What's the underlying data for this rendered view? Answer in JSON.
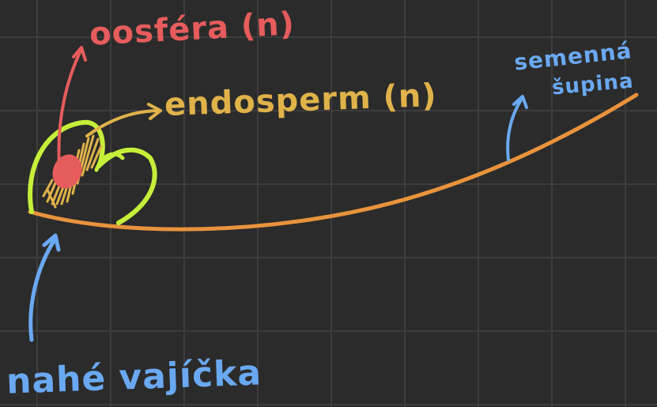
{
  "colors": {
    "background": "#2b2b2b",
    "grid": "#3d3d3d",
    "red": "#e65c5c",
    "yellow": "#e0b24a",
    "green": "#c6ef3a",
    "blue": "#6aa9f2",
    "orange": "#e8933c"
  },
  "labels": {
    "oosfera": "oosféra (n)",
    "endosperm": "endosperm (n)",
    "nahe_vajicko": "nahé vajíčka",
    "semenna_line1": "semenná",
    "semenna_line2": "šupina"
  }
}
